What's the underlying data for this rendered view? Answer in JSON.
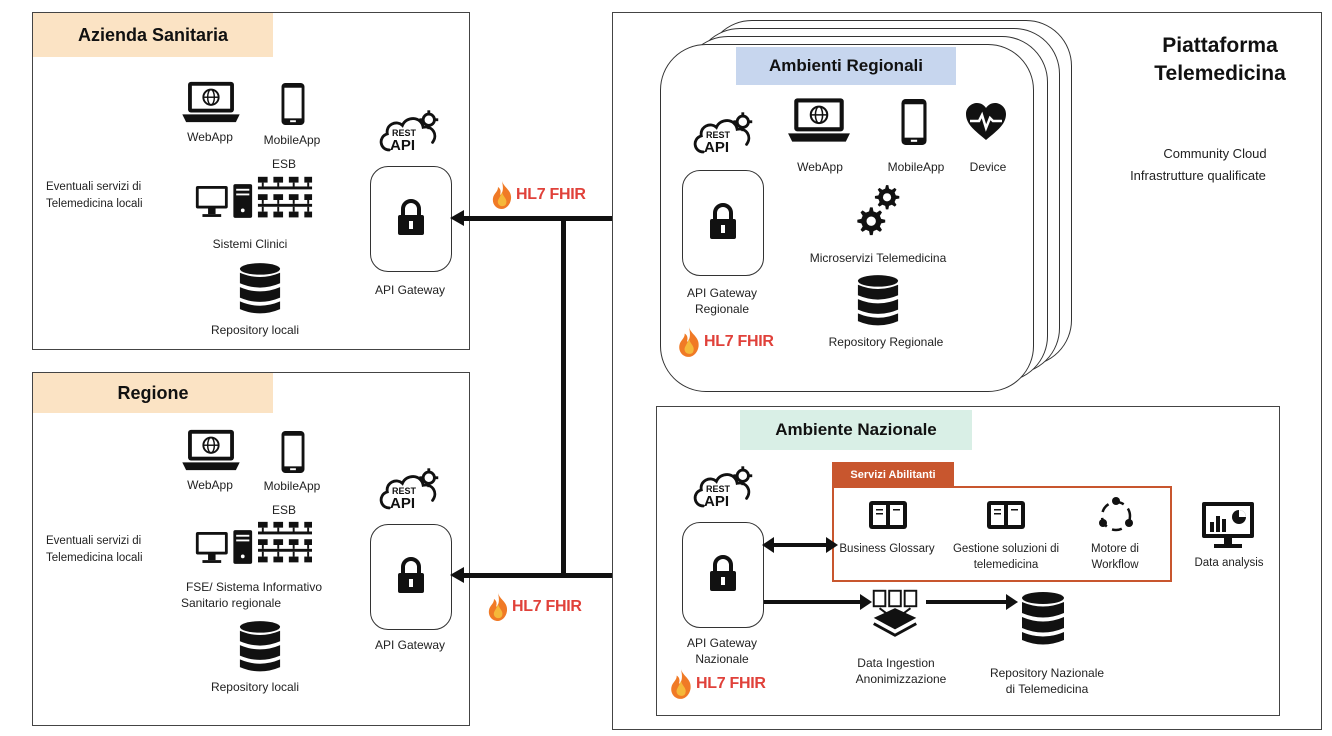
{
  "left_top": {
    "title": "Azienda Sanitaria",
    "webapp": "WebApp",
    "mobileapp": "MobileApp",
    "esb": "ESB",
    "local_services_line1": "Eventuali servizi di",
    "local_services_line2": "Telemedicina locali",
    "clinical": "Sistemi Clinici",
    "repository": "Repository locali",
    "gateway": "API Gateway"
  },
  "left_bottom": {
    "title": "Regione",
    "webapp": "WebApp",
    "mobileapp": "MobileApp",
    "esb": "ESB",
    "local_services_line1": "Eventuali servizi di",
    "local_services_line2": "Telemedicina locali",
    "fse_line1": "FSE/ Sistema Informativo",
    "fse_line2": "Sanitario regionale",
    "repository": "Repository locali",
    "gateway": "API Gateway"
  },
  "fhir_label": "HL7 FHIR",
  "rest_label": "REST",
  "api_label": "API",
  "platform": {
    "title_line1": "Piattaforma",
    "title_line2": "Telemedicina",
    "cloud_line1": "Community Cloud",
    "cloud_line2": "Infrastrutture qualificate"
  },
  "regional": {
    "title": "Ambienti Regionali",
    "webapp": "WebApp",
    "mobileapp": "MobileApp",
    "device": "Device",
    "microservices": "Microservizi Telemedicina",
    "gateway_line1": "API Gateway",
    "gateway_line2": "Regionale",
    "repository": "Repository Regionale"
  },
  "national": {
    "title": "Ambiente Nazionale",
    "enabling_title": "Servizi Abilitanti",
    "business_glossary": "Business Glossary",
    "gestione_line1": "Gestione soluzioni di",
    "gestione_line2": "telemedicina",
    "motore_line1": "Motore di",
    "motore_line2": "Workflow",
    "data_analysis": "Data analysis",
    "gateway_line1": "API Gateway",
    "gateway_line2": "Nazionale",
    "ingestion_line1": "Data Ingestion",
    "ingestion_line2": "Anonimizzazione",
    "repo_line1": "Repository Nazionale",
    "repo_line2": "di Telemedicina"
  },
  "colors": {
    "header_orange": "#fbe3c4",
    "header_blue": "#c7d6ee",
    "header_green": "#d9efe6",
    "enabling_border": "#c8562e",
    "fhir_red": "#e0413a"
  }
}
